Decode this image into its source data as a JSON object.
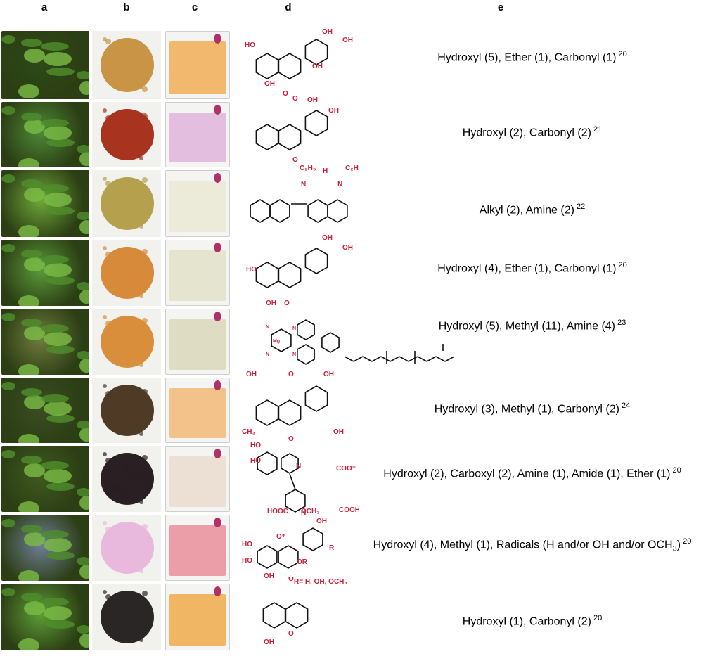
{
  "columns": [
    "a",
    "b",
    "c",
    "d",
    "e"
  ],
  "rows": [
    {
      "desc": "Hydroxyl (5), Ether (1), Carbonyl (1)",
      "ref": "20",
      "labels": [
        "OH",
        "OH",
        "HO",
        "OH",
        "OH",
        "O"
      ]
    },
    {
      "desc": "Hydroxyl (2), Carbonyl (2)",
      "ref": "21",
      "labels": [
        "O",
        "OH",
        "OH",
        "O"
      ]
    },
    {
      "desc": "Alkyl (2), Amine (2)",
      "ref": "22",
      "labels": [
        "C₂H₅",
        "H",
        "C₂H₅",
        "N",
        "N"
      ]
    },
    {
      "desc": "Hydroxyl (4), Ether (1), Carbonyl (1)",
      "ref": "20",
      "labels": [
        "OH",
        "OH",
        "HO",
        "OH",
        "O"
      ]
    },
    {
      "desc": "Hydroxyl (5), Methyl (11), Amine (4)",
      "ref": "23",
      "labels": [
        "Mg",
        "N",
        "N",
        "N",
        "N"
      ]
    },
    {
      "desc": "Hydroxyl (3), Methyl (1), Carbonyl (2)",
      "ref": "24",
      "labels": [
        "OH",
        "O",
        "OH",
        "CH₃",
        "O",
        "OH"
      ]
    },
    {
      "desc": "Hydroxyl (2), Carboxyl (2), Amine (1), Amide (1), Ether (1)",
      "ref": "20",
      "labels": [
        "HO",
        "HO",
        "N",
        "COO⁻",
        "HOOC",
        "N",
        "COOH"
      ]
    },
    {
      "desc_pre": "Hydroxyl (4), Methyl (1), Radicals (H and/or OH and/or OCH",
      "desc_sub": "3",
      "desc_post": ")",
      "ref": "20",
      "labels": [
        "OCH₃",
        "OH",
        "O⁺",
        "R",
        "HO",
        "OR",
        "HO",
        "OH",
        "R= H, OH, OCH₃"
      ]
    },
    {
      "desc": "Hydroxyl (1), Carbonyl (2)",
      "ref": "20",
      "labels": [
        "O",
        "O",
        "OH"
      ]
    }
  ],
  "colors": {
    "films": [
      "#f2b86d",
      "#e4bedf",
      "#ecebd9",
      "#e5e4cf",
      "#dedcc2",
      "#f3c28a",
      "#ecdfd4",
      "#eb9ea8",
      "#f1b664"
    ],
    "powders": [
      "#c99445",
      "#a8331f",
      "#b5a04e",
      "#d78a3a",
      "#d98e3b",
      "#4f3a25",
      "#2a1f22",
      "#e8b9dc",
      "#2b2626"
    ],
    "photos": [
      "#2d4a16",
      "#4d8a36",
      "#6ea838",
      "#5a9a3a",
      "#6e7d3e",
      "#3b4d21",
      "#3f5a1f",
      "#6f7f98",
      "#5d9e35"
    ],
    "chem_label": "#cc1f38"
  }
}
